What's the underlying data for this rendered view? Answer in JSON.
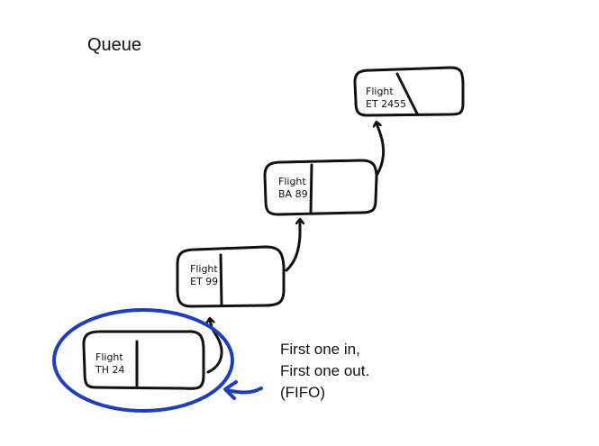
{
  "title": "Queue",
  "colors": {
    "ink": "#111111",
    "highlight": "#1f3fb8",
    "background": "#ffffff"
  },
  "queue": {
    "items": [
      {
        "line1": "Flight",
        "line2": "TH 24"
      },
      {
        "line1": "Flight",
        "line2": "ET 99"
      },
      {
        "line1": "Flight",
        "line2": "BA 89"
      },
      {
        "line1": "Flight",
        "line2": "ET 2455"
      }
    ]
  },
  "annotation": {
    "line1": "First one in,",
    "line2": "First one out.",
    "line3": "(FIFO)"
  }
}
